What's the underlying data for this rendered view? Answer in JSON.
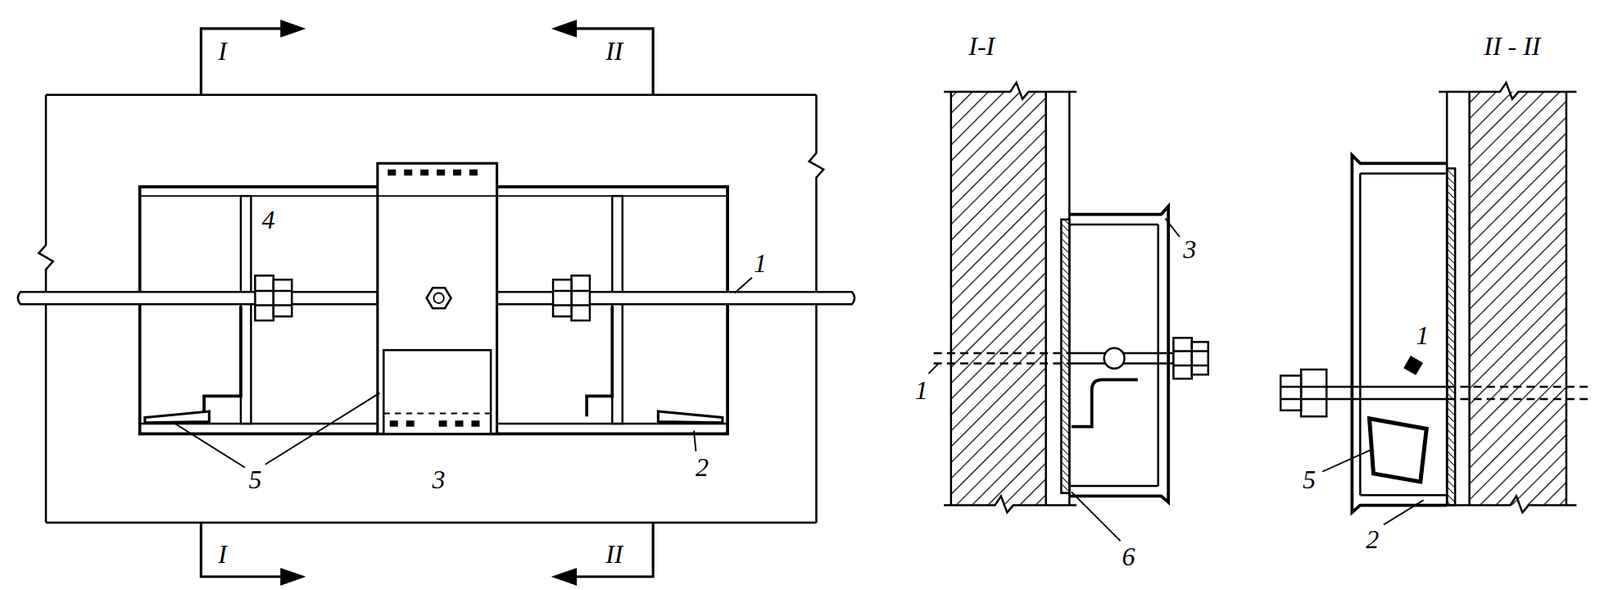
{
  "diagram": {
    "labels": [
      "I",
      "II",
      "4",
      "1",
      "5",
      "3",
      "2",
      "I",
      "II",
      "I-I",
      "3",
      "1",
      "6",
      "II - II",
      "1",
      "5",
      "2"
    ]
  }
}
